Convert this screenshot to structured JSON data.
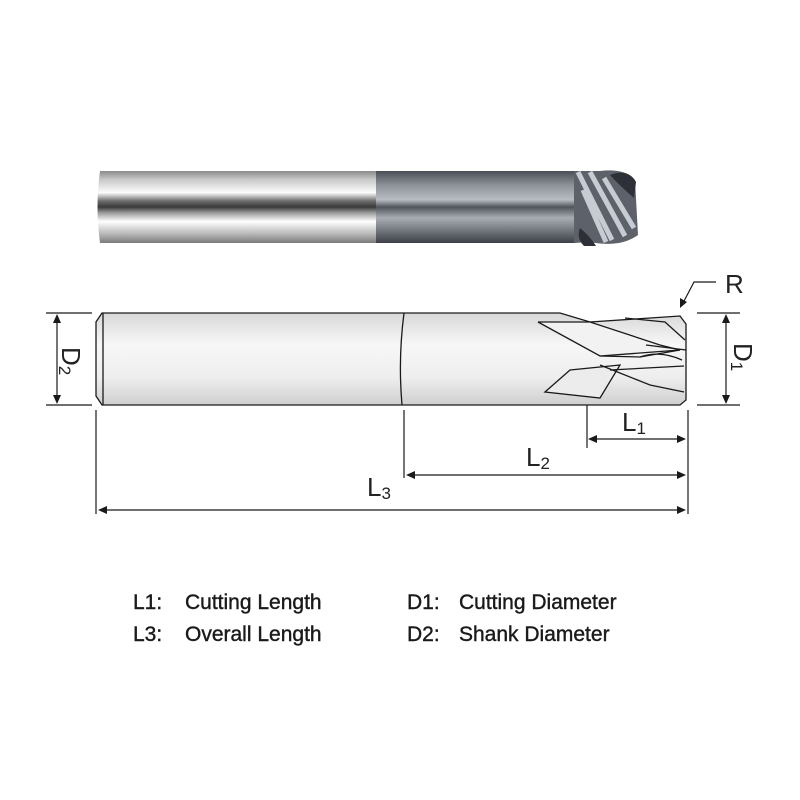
{
  "diagram": {
    "dimensions": {
      "D2": {
        "letter": "D",
        "sub": "2"
      },
      "D1": {
        "letter": "D",
        "sub": "1"
      },
      "L1": {
        "letter": "L",
        "sub": "1"
      },
      "L2": {
        "letter": "L",
        "sub": "2"
      },
      "L3": {
        "letter": "L",
        "sub": "3"
      },
      "R": "R"
    },
    "colors": {
      "line": "#1a1a1a",
      "shank": "#e6e6e6",
      "coating": "#5b5f66"
    }
  },
  "legend": [
    {
      "code": "L1:",
      "label": "Cutting Length"
    },
    {
      "code": "D1:",
      "label": "Cutting Diameter"
    },
    {
      "code": "L3:",
      "label": "Overall Length"
    },
    {
      "code": "D2:",
      "label": "Shank Diameter"
    }
  ]
}
